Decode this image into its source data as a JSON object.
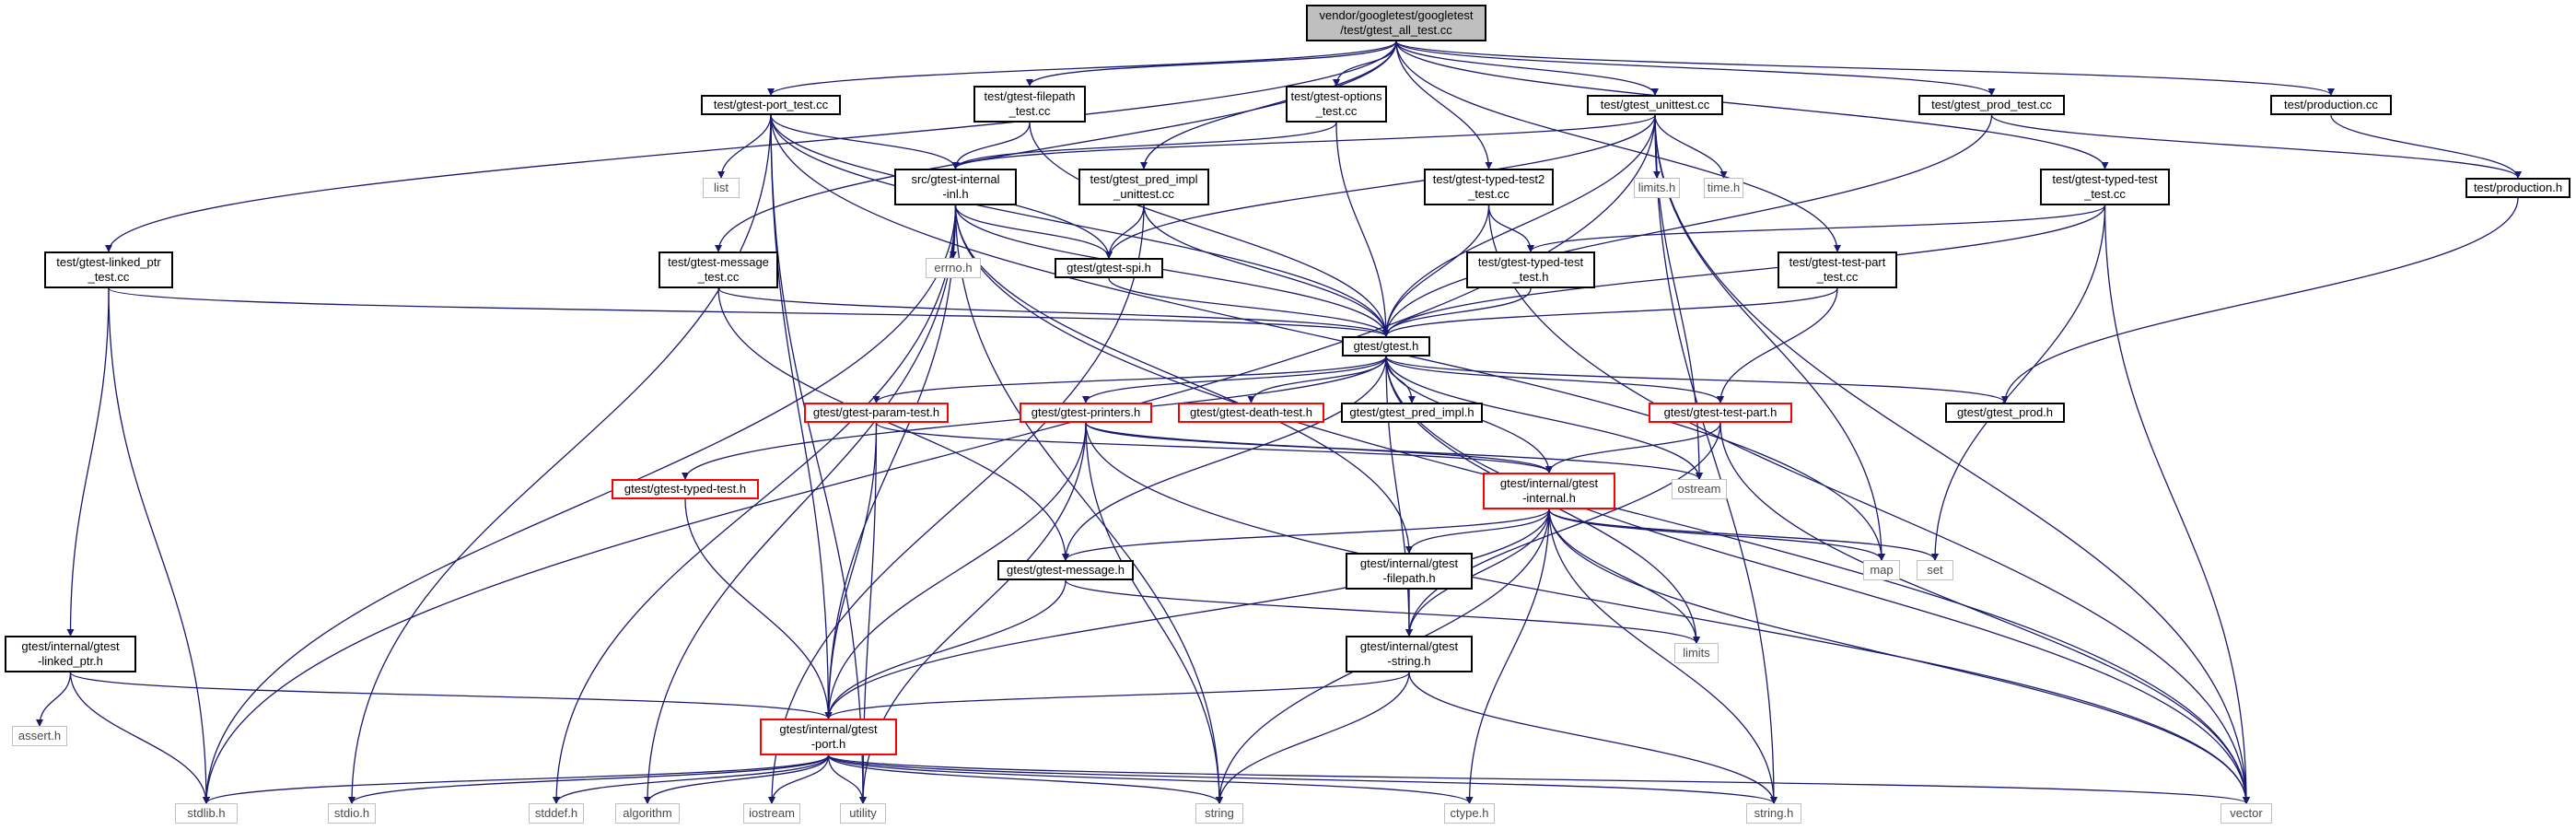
{
  "diagram": {
    "edge_color": "#191970",
    "nodes": [
      {
        "id": "root",
        "lines": [
          "vendor/googletest/googletest",
          "/test/gtest_all_test.cc"
        ],
        "style": "root"
      },
      {
        "id": "port_test",
        "lines": [
          "test/gtest-port_test.cc"
        ],
        "style": "normal"
      },
      {
        "id": "filepath_test",
        "lines": [
          "test/gtest-filepath",
          "_test.cc"
        ],
        "style": "normal"
      },
      {
        "id": "options_test",
        "lines": [
          "test/gtest-options",
          "_test.cc"
        ],
        "style": "normal"
      },
      {
        "id": "unittest",
        "lines": [
          "test/gtest_unittest.cc"
        ],
        "style": "normal"
      },
      {
        "id": "prod_test",
        "lines": [
          "test/gtest_prod_test.cc"
        ],
        "style": "normal"
      },
      {
        "id": "production_cc",
        "lines": [
          "test/production.cc"
        ],
        "style": "normal"
      },
      {
        "id": "production_h",
        "lines": [
          "test/production.h"
        ],
        "style": "normal"
      },
      {
        "id": "typed_test_cc",
        "lines": [
          "test/gtest-typed-test",
          "_test.cc"
        ],
        "style": "normal"
      },
      {
        "id": "typed_test2",
        "lines": [
          "test/gtest-typed-test2",
          "_test.cc"
        ],
        "style": "normal"
      },
      {
        "id": "pred_impl_unittest",
        "lines": [
          "test/gtest_pred_impl",
          "_unittest.cc"
        ],
        "style": "normal"
      },
      {
        "id": "src_internal_inl",
        "lines": [
          "src/gtest-internal",
          "-inl.h"
        ],
        "style": "normal"
      },
      {
        "id": "list",
        "lines": [
          "list"
        ],
        "style": "sys"
      },
      {
        "id": "limits_h",
        "lines": [
          "limits.h"
        ],
        "style": "sys"
      },
      {
        "id": "time_h",
        "lines": [
          "time.h"
        ],
        "style": "sys"
      },
      {
        "id": "linked_ptr_test",
        "lines": [
          "test/gtest-linked_ptr",
          "_test.cc"
        ],
        "style": "normal"
      },
      {
        "id": "message_test",
        "lines": [
          "test/gtest-message",
          "_test.cc"
        ],
        "style": "normal"
      },
      {
        "id": "errno_h",
        "lines": [
          "errno.h"
        ],
        "style": "sys"
      },
      {
        "id": "gtest_spi",
        "lines": [
          "gtest/gtest-spi.h"
        ],
        "style": "normal"
      },
      {
        "id": "typed_test_h_test",
        "lines": [
          "test/gtest-typed-test",
          "_test.h"
        ],
        "style": "normal"
      },
      {
        "id": "test_part_test",
        "lines": [
          "test/gtest-test-part",
          "_test.cc"
        ],
        "style": "normal"
      },
      {
        "id": "gtest_h",
        "lines": [
          "gtest/gtest.h"
        ],
        "style": "normal"
      },
      {
        "id": "param_test",
        "lines": [
          "gtest/gtest-param-test.h"
        ],
        "style": "red"
      },
      {
        "id": "printers",
        "lines": [
          "gtest/gtest-printers.h"
        ],
        "style": "red"
      },
      {
        "id": "death_test",
        "lines": [
          "gtest/gtest-death-test.h"
        ],
        "style": "red"
      },
      {
        "id": "pred_impl_h",
        "lines": [
          "gtest/gtest_pred_impl.h"
        ],
        "style": "normal"
      },
      {
        "id": "test_part_h",
        "lines": [
          "gtest/gtest-test-part.h"
        ],
        "style": "red"
      },
      {
        "id": "gtest_prod_h",
        "lines": [
          "gtest/gtest_prod.h"
        ],
        "style": "normal"
      },
      {
        "id": "typed_test_h",
        "lines": [
          "gtest/gtest-typed-test.h"
        ],
        "style": "red"
      },
      {
        "id": "internal_h",
        "lines": [
          "gtest/internal/gtest",
          "-internal.h"
        ],
        "style": "red"
      },
      {
        "id": "ostream",
        "lines": [
          "ostream"
        ],
        "style": "sys"
      },
      {
        "id": "message_h",
        "lines": [
          "gtest/gtest-message.h"
        ],
        "style": "normal"
      },
      {
        "id": "internal_filepath",
        "lines": [
          "gtest/internal/gtest",
          "-filepath.h"
        ],
        "style": "normal"
      },
      {
        "id": "map",
        "lines": [
          "map"
        ],
        "style": "sys"
      },
      {
        "id": "set",
        "lines": [
          "set"
        ],
        "style": "sys"
      },
      {
        "id": "limits",
        "lines": [
          "limits"
        ],
        "style": "sys"
      },
      {
        "id": "internal_string",
        "lines": [
          "gtest/internal/gtest",
          "-string.h"
        ],
        "style": "normal"
      },
      {
        "id": "linked_ptr_h",
        "lines": [
          "gtest/internal/gtest",
          "-linked_ptr.h"
        ],
        "style": "normal"
      },
      {
        "id": "assert_h",
        "lines": [
          "assert.h"
        ],
        "style": "sys"
      },
      {
        "id": "port_h",
        "lines": [
          "gtest/internal/gtest",
          "-port.h"
        ],
        "style": "red"
      },
      {
        "id": "stdlib_h",
        "lines": [
          "stdlib.h"
        ],
        "style": "sys"
      },
      {
        "id": "stdio_h",
        "lines": [
          "stdio.h"
        ],
        "style": "sys"
      },
      {
        "id": "stddef_h",
        "lines": [
          "stddef.h"
        ],
        "style": "sys"
      },
      {
        "id": "algorithm",
        "lines": [
          "algorithm"
        ],
        "style": "sys"
      },
      {
        "id": "iostream",
        "lines": [
          "iostream"
        ],
        "style": "sys"
      },
      {
        "id": "utility",
        "lines": [
          "utility"
        ],
        "style": "sys"
      },
      {
        "id": "string",
        "lines": [
          "string"
        ],
        "style": "sys"
      },
      {
        "id": "ctype_h",
        "lines": [
          "ctype.h"
        ],
        "style": "sys"
      },
      {
        "id": "string_h",
        "lines": [
          "string.h"
        ],
        "style": "sys"
      },
      {
        "id": "vector",
        "lines": [
          "vector"
        ],
        "style": "sys"
      }
    ],
    "edges": [
      [
        "root",
        "linked_ptr_test"
      ],
      [
        "root",
        "port_test"
      ],
      [
        "root",
        "message_test"
      ],
      [
        "root",
        "filepath_test"
      ],
      [
        "root",
        "pred_impl_unittest"
      ],
      [
        "root",
        "options_test"
      ],
      [
        "root",
        "typed_test2"
      ],
      [
        "root",
        "unittest"
      ],
      [
        "root",
        "test_part_test"
      ],
      [
        "root",
        "prod_test"
      ],
      [
        "root",
        "typed_test_cc"
      ],
      [
        "root",
        "production_cc"
      ],
      [
        "port_test",
        "list"
      ],
      [
        "port_test",
        "src_internal_inl"
      ],
      [
        "port_test",
        "gtest_spi"
      ],
      [
        "port_test",
        "gtest_h"
      ],
      [
        "port_test",
        "port_h"
      ],
      [
        "port_test",
        "stdio_h"
      ],
      [
        "port_test",
        "utility"
      ],
      [
        "port_test",
        "map"
      ],
      [
        "filepath_test",
        "src_internal_inl"
      ],
      [
        "filepath_test",
        "gtest_h"
      ],
      [
        "options_test",
        "src_internal_inl"
      ],
      [
        "options_test",
        "gtest_h"
      ],
      [
        "unittest",
        "src_internal_inl"
      ],
      [
        "unittest",
        "gtest_spi"
      ],
      [
        "unittest",
        "gtest_h"
      ],
      [
        "unittest",
        "limits_h"
      ],
      [
        "unittest",
        "time_h"
      ],
      [
        "unittest",
        "ostream"
      ],
      [
        "unittest",
        "string_h"
      ],
      [
        "unittest",
        "stdlib_h"
      ],
      [
        "unittest",
        "vector"
      ],
      [
        "unittest",
        "map"
      ],
      [
        "prod_test",
        "gtest_h"
      ],
      [
        "prod_test",
        "production_h"
      ],
      [
        "production_cc",
        "production_h"
      ],
      [
        "production_h",
        "gtest_prod_h"
      ],
      [
        "typed_test_cc",
        "gtest_h"
      ],
      [
        "typed_test_cc",
        "typed_test_h_test"
      ],
      [
        "typed_test_cc",
        "set"
      ],
      [
        "typed_test_cc",
        "vector"
      ],
      [
        "typed_test2",
        "gtest_h"
      ],
      [
        "typed_test2",
        "typed_test_h_test"
      ],
      [
        "typed_test2",
        "vector"
      ],
      [
        "pred_impl_unittest",
        "gtest_h"
      ],
      [
        "pred_impl_unittest",
        "gtest_spi"
      ],
      [
        "pred_impl_unittest",
        "iostream"
      ],
      [
        "src_internal_inl",
        "errno_h"
      ],
      [
        "src_internal_inl",
        "gtest_spi"
      ],
      [
        "src_internal_inl",
        "gtest_h"
      ],
      [
        "src_internal_inl",
        "port_h"
      ],
      [
        "src_internal_inl",
        "stdlib_h"
      ],
      [
        "src_internal_inl",
        "stddef_h"
      ],
      [
        "src_internal_inl",
        "algorithm"
      ],
      [
        "src_internal_inl",
        "string"
      ],
      [
        "src_internal_inl",
        "vector"
      ],
      [
        "src_internal_inl",
        "internal_filepath"
      ],
      [
        "linked_ptr_test",
        "gtest_h"
      ],
      [
        "linked_ptr_test",
        "linked_ptr_h"
      ],
      [
        "linked_ptr_test",
        "stdlib_h"
      ],
      [
        "message_test",
        "gtest_h"
      ],
      [
        "message_test",
        "message_h"
      ],
      [
        "gtest_spi",
        "gtest_h"
      ],
      [
        "typed_test_h_test",
        "gtest_h"
      ],
      [
        "test_part_test",
        "gtest_h"
      ],
      [
        "test_part_test",
        "test_part_h"
      ],
      [
        "gtest_h",
        "typed_test_h"
      ],
      [
        "gtest_h",
        "param_test"
      ],
      [
        "gtest_h",
        "printers"
      ],
      [
        "gtest_h",
        "death_test"
      ],
      [
        "gtest_h",
        "pred_impl_h"
      ],
      [
        "gtest_h",
        "test_part_h"
      ],
      [
        "gtest_h",
        "gtest_prod_h"
      ],
      [
        "gtest_h",
        "internal_h"
      ],
      [
        "gtest_h",
        "ostream"
      ],
      [
        "gtest_h",
        "message_h"
      ],
      [
        "gtest_h",
        "internal_string"
      ],
      [
        "gtest_h",
        "limits"
      ],
      [
        "gtest_h",
        "vector"
      ],
      [
        "param_test",
        "internal_h"
      ],
      [
        "param_test",
        "port_h"
      ],
      [
        "param_test",
        "utility"
      ],
      [
        "printers",
        "internal_h"
      ],
      [
        "printers",
        "port_h"
      ],
      [
        "printers",
        "string"
      ],
      [
        "printers",
        "utility"
      ],
      [
        "printers",
        "ostream"
      ],
      [
        "printers",
        "vector"
      ],
      [
        "test_part_h",
        "internal_h"
      ],
      [
        "test_part_h",
        "internal_string"
      ],
      [
        "test_part_h",
        "vector"
      ],
      [
        "typed_test_h",
        "port_h"
      ],
      [
        "internal_h",
        "message_h"
      ],
      [
        "internal_h",
        "internal_filepath"
      ],
      [
        "internal_h",
        "internal_string"
      ],
      [
        "internal_h",
        "port_h"
      ],
      [
        "internal_h",
        "map"
      ],
      [
        "internal_h",
        "set"
      ],
      [
        "internal_h",
        "limits"
      ],
      [
        "internal_h",
        "ctype_h"
      ],
      [
        "internal_h",
        "string_h"
      ],
      [
        "internal_h",
        "string"
      ],
      [
        "internal_h",
        "vector"
      ],
      [
        "message_h",
        "port_h"
      ],
      [
        "message_h",
        "limits"
      ],
      [
        "internal_filepath",
        "internal_string"
      ],
      [
        "internal_string",
        "port_h"
      ],
      [
        "internal_string",
        "string"
      ],
      [
        "internal_string",
        "string_h"
      ],
      [
        "linked_ptr_h",
        "assert_h"
      ],
      [
        "linked_ptr_h",
        "stdlib_h"
      ],
      [
        "linked_ptr_h",
        "port_h"
      ],
      [
        "port_h",
        "stdlib_h"
      ],
      [
        "port_h",
        "stdio_h"
      ],
      [
        "port_h",
        "stddef_h"
      ],
      [
        "port_h",
        "algorithm"
      ],
      [
        "port_h",
        "iostream"
      ],
      [
        "port_h",
        "utility"
      ],
      [
        "port_h",
        "string"
      ],
      [
        "port_h",
        "ctype_h"
      ],
      [
        "port_h",
        "string_h"
      ],
      [
        "port_h",
        "vector"
      ]
    ]
  }
}
